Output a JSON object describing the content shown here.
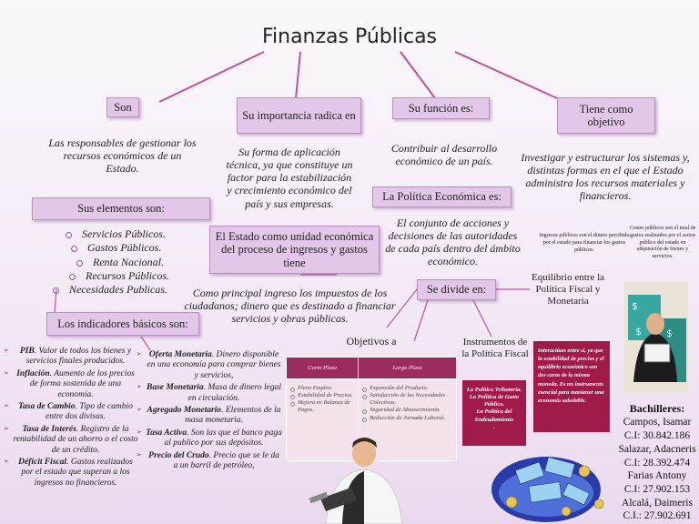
{
  "title": "Finanzas Públicas",
  "branches": {
    "son": "Son",
    "importancia": "Su importancia radica en",
    "funcion": "Su función es:",
    "objetivo": "Tiene como objetivo"
  },
  "son_text": "Las responsables de gestionar los recursos económicos de un Estado.",
  "elementos_label": "Sus elementos son:",
  "elementos": [
    "Servicios Públicos.",
    "Gastos Públicos.",
    "Renta Nacional.",
    "Recursos Públicos.",
    "Necesidades Publicas."
  ],
  "importancia_text": "Su forma de aplicación técnica, ya que constituye un factor para la estabilización y crecimiento económico del país y sus empresas.",
  "estado_box": "El Estado como  unidad económica del proceso de ingresos y gastos tiene",
  "estado_text": "Como principal ingreso los impuestos de los ciudadanos; dinero que es destinado a financiar servicios y obras públicas.",
  "funcion_text": "Contribuir al desarrollo económico de un país.",
  "politica_label": "La Política Económica es:",
  "politica_text": "El conjunto de acciones y decisiones de las autoridades de cada país dentro del ámbito económico.",
  "objetivo_text": "Investigar y estructurar los sistemas y, distintas formas en el que el Estado administra los recursos materiales y financieros.",
  "ingresos_note": "Ingresos públicos son el dinero percibido por el estado para financiar los gastos públicos.",
  "costes_note": "Costes públicos son el total de gastos realizados por el sector público del estado en adquisición de bienes y servicios.",
  "divide_label": "Se divide en:",
  "indicadores_label": "Los indicadores básicos son:",
  "indicadores_left": [
    {
      "term": "PIB",
      "desc": ". Valor de todos los bienes y servicios finales producidos."
    },
    {
      "term": "Inflación",
      "desc": ". Aumento de los precios de forma sostenida de una economía."
    },
    {
      "term": "Tasa de Cambio",
      "desc": ". Tipo de cambio entre dos divisas."
    },
    {
      "term": "Tasa de Interés",
      "desc": ". Registro de la rentabilidad de un ahorro o el costo de un crédito."
    },
    {
      "term": "Déficit Fiscal",
      "desc": ". Gastos realizados por el estado que superan a los ingresos no financieros."
    }
  ],
  "indicadores_right": [
    {
      "term": "Oferta Monetaria",
      "desc": ". Dinero disponible en una economía para comprar bienes y servicios,"
    },
    {
      "term": "Base Monetaria",
      "desc": ". Masa de dinero legal en circulación."
    },
    {
      "term": "Agregado Monetario",
      "desc": ". Elementos de la masa monetaria."
    },
    {
      "term": "Tasa Activa",
      "desc": ". Son las que el banco paga al publico por sus depósitos."
    },
    {
      "term": "Precio del Crudo",
      "desc": ". Precio que se le da a un barril de petróleo,"
    }
  ],
  "objetivos_label": "Objetivos a",
  "objetivos_table": {
    "headers": [
      "Corto Plazo",
      "Largo Plazo"
    ],
    "corto": [
      "Pleno Empleo.",
      "Estabilidad de Precios.",
      "Mejora en Balanza de Pagos."
    ],
    "largo": [
      "Expansión del Producto.",
      "Satisfacción de las Necesidades Colectivas.",
      "Seguridad de Abastecimiento.",
      "Reducción de Jornada Laboral."
    ]
  },
  "instrumentos_label": "Instrumentos de la Política Fiscal",
  "instrumentos": [
    "La Política Tributaria.",
    "La Política de Gasto Público.",
    "La Política del Endeudamiento",
    "."
  ],
  "equilibrio_label": "Equilibrio entre la Política Fiscal y Monetaria",
  "equilibrio_text": "Interactúan entre sí, ya que la estabilidad de precios y el equilibrio económico son dos caras de la misma moneda. Es un instrumento esencial para mantener una economía saludable.",
  "bachilleres": {
    "label": "Bachilleres:",
    "lines": [
      "Campos, Isamar",
      "C.I: 30.842.186",
      "Salazar, Adacneris",
      "C.I: 28.392.474",
      "Farias Antony",
      "C.I: 27.902.153",
      "Alcalá, Daimeris",
      "C.I.: 27.902.691"
    ]
  },
  "colors": {
    "box_fill": "#e2c7e8",
    "connector": "#c0549a",
    "table_header": "#9a2d5e",
    "red_box": "#a01a4a"
  }
}
